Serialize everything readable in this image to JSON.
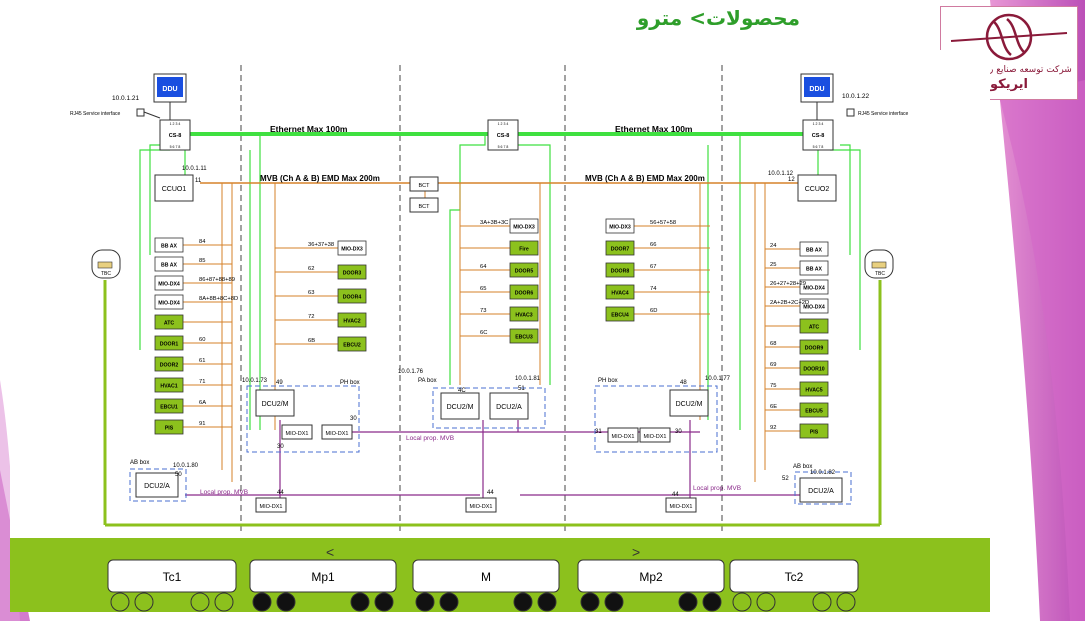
{
  "slide": {
    "title": "محصولات> مترو",
    "logo_company": "شرکت توسعه صنایع ریلی ایرانیان",
    "logo_name": "ایریکو"
  },
  "colors": {
    "ethernet": "#3fe040",
    "mvb": "#d6822a",
    "local_mvb": "#8a2a8a",
    "green_box": "#8cc11d",
    "ddu": "#1a4fe0",
    "car_band": "#8cc11d"
  },
  "diagram": {
    "ethernet_label": "Ethernet Max 100m",
    "mvb_label": "MVB (Ch A & B) EMD Max 200m",
    "local_mvb_label": "Local prop. MVB",
    "ddu_label": "DDU",
    "cs8_label": "CS-8",
    "cs8_ports_top": "1 2 3 4",
    "cs8_ports_bottom": "5 6 7 8",
    "rj45_label": "RJ45 Service interface",
    "tbc_label": "TBC",
    "bct_label": "BCT",
    "ph_box_label": "PH box",
    "pa_box_label": "PA box",
    "ab_box_label": "AB box",
    "ip": {
      "ddu_left": "10.0.1.21",
      "ddu_right": "10.0.1.22",
      "ccu1": "10.0.1.11",
      "ccu2": "10.0.1.12",
      "dcu_ph_left": "10.0.1.73",
      "dcu_pa": "10.0.1.76",
      "dcu_m": "10.0.1.81",
      "dcu_ph_right": "10.0.1.77",
      "ab_left": "10.0.1.80",
      "ab_right": "10.0.1.82"
    },
    "ccu1": {
      "label": "CCUO1",
      "addr": "11"
    },
    "ccu2": {
      "label": "CCUO2",
      "addr": "12"
    },
    "tc1_devices": [
      {
        "label": "BB AX",
        "addr": "84",
        "green": false
      },
      {
        "label": "BB AX",
        "addr": "85",
        "green": false
      },
      {
        "label": "MIO-DX4",
        "addr": "86+87+88+89",
        "green": false
      },
      {
        "label": "MIO-DX4",
        "addr": "8A+8B+8C+8D",
        "green": false
      },
      {
        "label": "ATC",
        "addr": "",
        "green": true
      },
      {
        "label": "DOOR1",
        "addr": "60",
        "green": true
      },
      {
        "label": "DOOR2",
        "addr": "61",
        "green": true
      },
      {
        "label": "HVAC1",
        "addr": "71",
        "green": true
      },
      {
        "label": "EBCU1",
        "addr": "6A",
        "green": true
      },
      {
        "label": "PIS",
        "addr": "91",
        "green": true
      }
    ],
    "mp1_devices": [
      {
        "label": "MIO-DX3",
        "addr": "36+37+38",
        "green": false
      },
      {
        "label": "DOOR3",
        "addr": "62",
        "green": true
      },
      {
        "label": "DOOR4",
        "addr": "63",
        "green": true
      },
      {
        "label": "HVAC2",
        "addr": "72",
        "green": true
      },
      {
        "label": "EBCU2",
        "addr": "6B",
        "green": true
      }
    ],
    "m_devices": [
      {
        "label": "MIO-DX3",
        "addr": "3A+3B+3C",
        "green": false
      },
      {
        "label": "Fire",
        "addr": "",
        "green": true
      },
      {
        "label": "DOOR5",
        "addr": "64",
        "green": true
      },
      {
        "label": "DOOR6",
        "addr": "65",
        "green": true
      },
      {
        "label": "HVAC3",
        "addr": "73",
        "green": true
      },
      {
        "label": "EBCU3",
        "addr": "6C",
        "green": true
      }
    ],
    "mp2_devices": [
      {
        "label": "MIO-DX3",
        "addr": "56+57+58",
        "green": false
      },
      {
        "label": "DOOR7",
        "addr": "66",
        "green": true
      },
      {
        "label": "DOOR8",
        "addr": "67",
        "green": true
      },
      {
        "label": "HVAC4",
        "addr": "74",
        "green": true
      },
      {
        "label": "EBCU4",
        "addr": "6D",
        "green": true
      }
    ],
    "tc2_devices": [
      {
        "label": "BB AX",
        "addr": "24",
        "green": false
      },
      {
        "label": "BB AX",
        "addr": "25",
        "green": false
      },
      {
        "label": "MIO-DX4",
        "addr": "26+27+28+29",
        "green": false
      },
      {
        "label": "MIO-DX4",
        "addr": "2A+2B+2C+2D",
        "green": false
      },
      {
        "label": "ATC",
        "addr": "",
        "green": true
      },
      {
        "label": "DOOR9",
        "addr": "68",
        "green": true
      },
      {
        "label": "DOOR10",
        "addr": "69",
        "green": true
      },
      {
        "label": "HVAC5",
        "addr": "75",
        "green": true
      },
      {
        "label": "EBCU5",
        "addr": "6E",
        "green": true
      },
      {
        "label": "PIS",
        "addr": "92",
        "green": true
      }
    ],
    "dcu_label": "DCU2/M",
    "dcu_a_label": "DCU2/A",
    "mio_dx1_label": "MIO-DX1",
    "addr_49": "49",
    "addr_4c": "4C",
    "addr_51": "51",
    "addr_48": "48",
    "addr_30": "30",
    "addr_31": "31",
    "addr_44": "44",
    "addr_50": "50",
    "addr_52": "52"
  },
  "cars": [
    "Tc1",
    "Mp1",
    "M",
    "Mp2",
    "Tc2"
  ],
  "arrows": {
    "left": "<",
    "right": ">"
  }
}
